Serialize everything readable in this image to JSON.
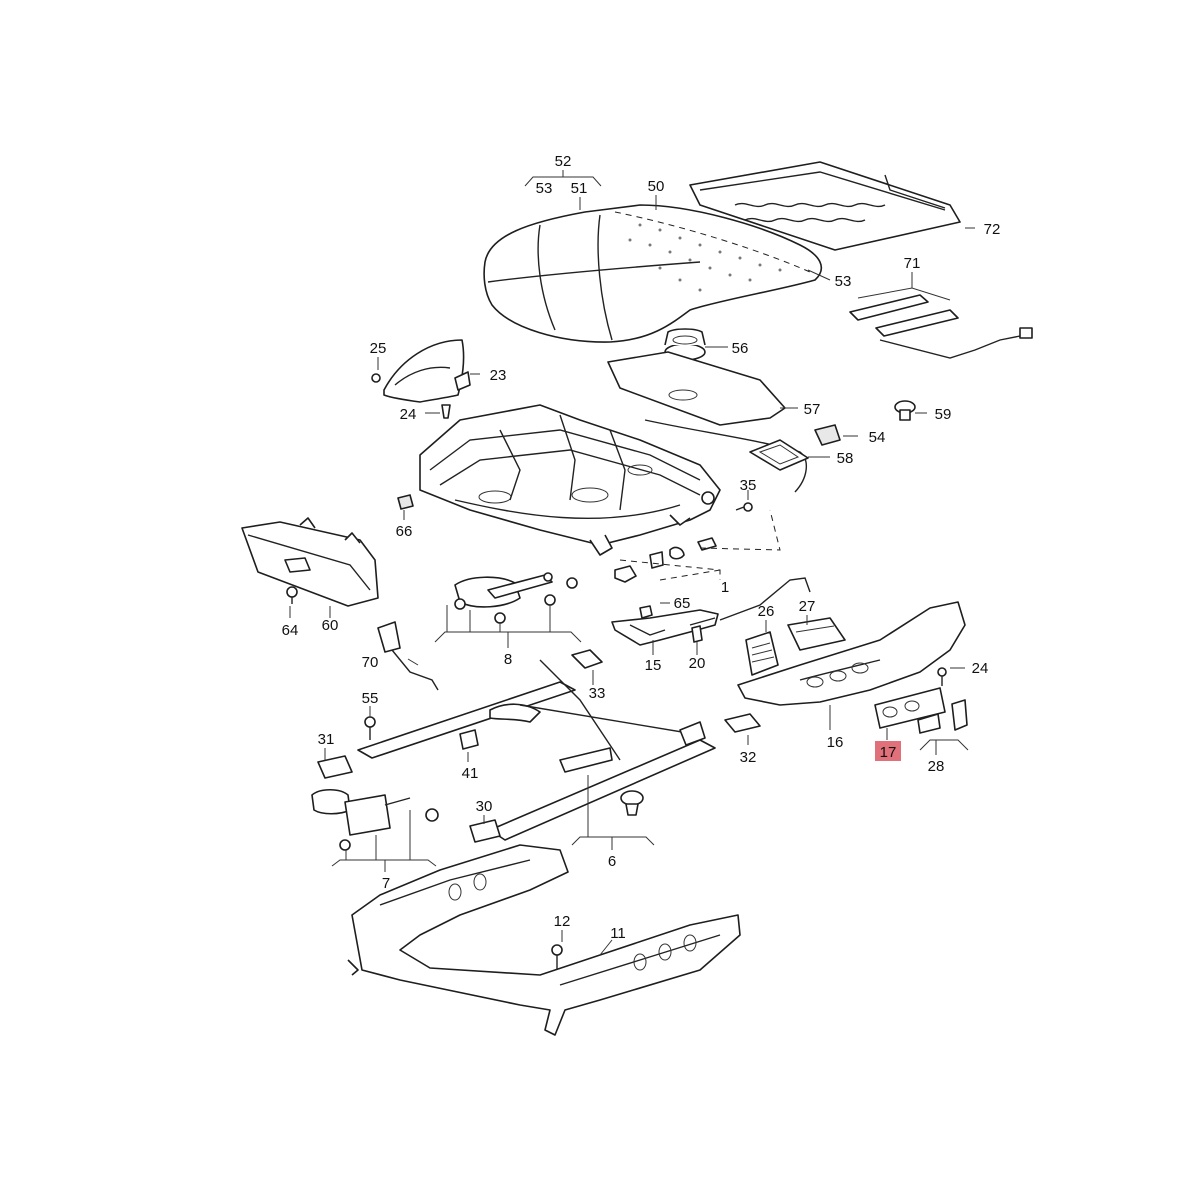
{
  "diagram": {
    "highlight_color": "#e0707a",
    "highlighted_label": "17",
    "labels": {
      "l52": "52",
      "l53a": "53",
      "l51": "51",
      "l50": "50",
      "l72": "72",
      "l53b": "53",
      "l71": "71",
      "l56": "56",
      "l25": "25",
      "l23": "23",
      "l24a": "24",
      "l57": "57",
      "l59": "59",
      "l54": "54",
      "l58": "58",
      "l35": "35",
      "l66": "66",
      "l1": "1",
      "l64": "64",
      "l60": "60",
      "l65": "65",
      "l26": "26",
      "l27": "27",
      "l8": "8",
      "l15": "15",
      "l20": "20",
      "l70": "70",
      "l33": "33",
      "l24b": "24",
      "l55": "55",
      "l16": "16",
      "l17": "17",
      "l28": "28",
      "l32": "32",
      "l31": "31",
      "l41": "41",
      "l30": "30",
      "l6": "6",
      "l7": "7",
      "l12": "12",
      "l11": "11"
    }
  }
}
